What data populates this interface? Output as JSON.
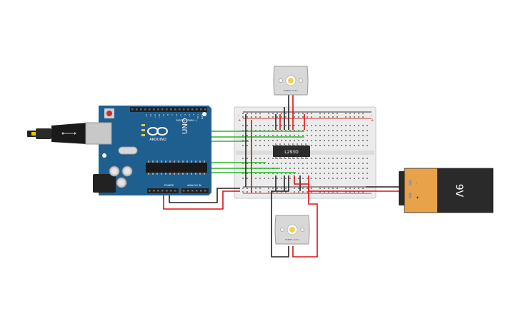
{
  "arduino": {
    "brand": "ARDUINO",
    "model": "UNO",
    "digital_label": "DIGITAL (PWM~)",
    "power_label": "POWER",
    "analog_label": "ANALOG IN",
    "pin_numbers": [
      "13",
      "12",
      "~11",
      "~10",
      "~9",
      "8",
      "7",
      "~6",
      "~5",
      "4",
      "~3",
      "2",
      "TX 1",
      "RX 0"
    ]
  },
  "breadboard": {
    "ic_label": "L293D",
    "rail_plus": "+",
    "rail_minus": "-"
  },
  "motor_top": {
    "label": "HOBBY motor"
  },
  "motor_bottom": {
    "label": "HOBBY motor"
  },
  "battery": {
    "label": "9V",
    "terminal_minus": "-",
    "terminal_plus": "+"
  },
  "colors": {
    "arduino_board": "#1f5f8f",
    "breadboard": "#ececec",
    "wire_green": "#2bb52b",
    "wire_red": "#e01010",
    "wire_black": "#222222",
    "battery_orange": "#e8a24a",
    "battery_black": "#2a2a2a",
    "motor_body": "#d8d8d8",
    "motor_shaft": "#f2d14a"
  }
}
